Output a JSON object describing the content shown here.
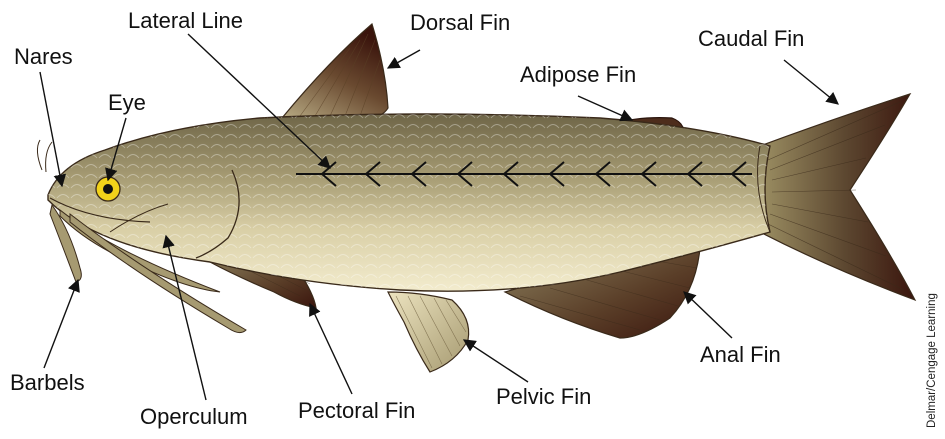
{
  "labels": {
    "lateral_line": "Lateral Line",
    "dorsal_fin": "Dorsal Fin",
    "caudal_fin": "Caudal Fin",
    "nares": "Nares",
    "adipose_fin": "Adipose Fin",
    "eye": "Eye",
    "barbels": "Barbels",
    "operculum": "Operculum",
    "pectoral_fin": "Pectoral Fin",
    "pelvic_fin": "Pelvic Fin",
    "anal_fin": "Anal Fin"
  },
  "credit": "Delmar/Cengage Learning",
  "colors": {
    "body_top": "#6f6648",
    "body_mid": "#b7ac82",
    "body_belly": "#f1e9c8",
    "fin_dark": "#3c1a10",
    "fin_light": "#b3a681",
    "eye": "#f2d21a",
    "line": "#111111"
  }
}
